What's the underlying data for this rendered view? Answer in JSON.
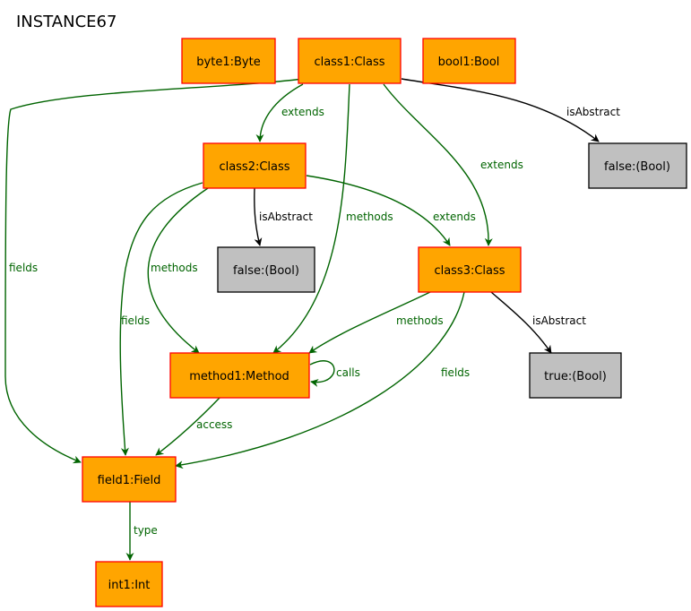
{
  "title": "INSTANCE67",
  "colors": {
    "node_fill": "#ffa500",
    "node_border": "#ff0000",
    "bool_fill": "#c0c0c0",
    "bool_border": "#000000",
    "edge_green": "#006400",
    "edge_black": "#000000"
  },
  "nodes": {
    "byte1": "byte1:Byte",
    "class1": "class1:Class",
    "bool1": "bool1:Bool",
    "class2": "class2:Class",
    "false1": "false:(Bool)",
    "false2": "false:(Bool)",
    "class3": "class3:Class",
    "true1": "true:(Bool)",
    "method1": "method1:Method",
    "field1": "field1:Field",
    "int1": "int1:Int"
  },
  "edges": [
    {
      "from": "class1",
      "to": "class2",
      "label": "extends"
    },
    {
      "from": "class1",
      "to": "class3",
      "label": "extends"
    },
    {
      "from": "class1",
      "to": "false1",
      "label": "isAbstract"
    },
    {
      "from": "class1",
      "to": "method1",
      "label": "methods"
    },
    {
      "from": "class1",
      "to": "field1",
      "label": "fields"
    },
    {
      "from": "class2",
      "to": "false2",
      "label": "isAbstract"
    },
    {
      "from": "class2",
      "to": "class3",
      "label": "extends"
    },
    {
      "from": "class2",
      "to": "method1",
      "label": "methods"
    },
    {
      "from": "class2",
      "to": "field1",
      "label": "fields"
    },
    {
      "from": "class3",
      "to": "method1",
      "label": "methods"
    },
    {
      "from": "class3",
      "to": "true1",
      "label": "isAbstract"
    },
    {
      "from": "class3",
      "to": "field1",
      "label": "fields"
    },
    {
      "from": "method1",
      "to": "method1",
      "label": "calls"
    },
    {
      "from": "method1",
      "to": "field1",
      "label": "access"
    },
    {
      "from": "field1",
      "to": "int1",
      "label": "type"
    }
  ]
}
